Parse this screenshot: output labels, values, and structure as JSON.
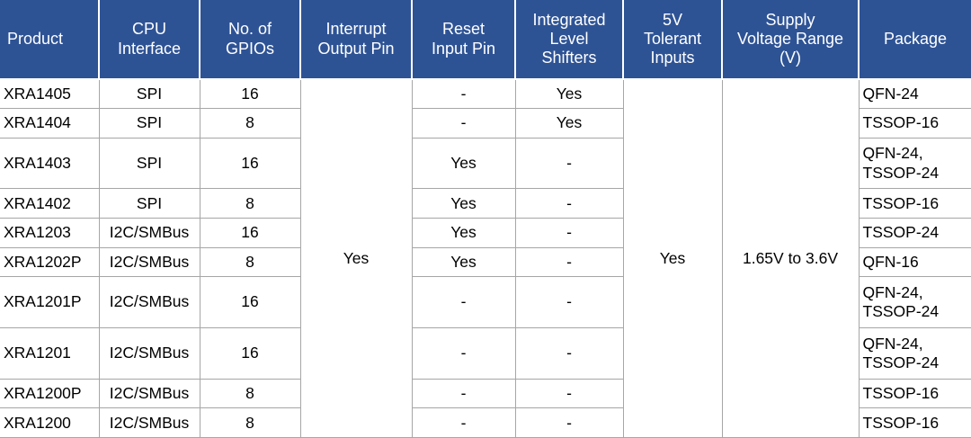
{
  "table": {
    "name": "GPIO expander product selection table",
    "header_background": "#2E5395",
    "header_text_color": "#FFFFFF",
    "grid_line_color": "#A6A6A6",
    "columns": [
      {
        "key": "product",
        "label": "Product",
        "align": "left"
      },
      {
        "key": "cpu",
        "label": "CPU\nInterface",
        "align": "center"
      },
      {
        "key": "gpios",
        "label": "No. of\nGPIOs",
        "align": "center"
      },
      {
        "key": "interrupt",
        "label": "Interrupt\nOutput Pin",
        "align": "center"
      },
      {
        "key": "reset",
        "label": "Reset\nInput Pin",
        "align": "center"
      },
      {
        "key": "levelshift",
        "label": "Integrated\nLevel\nShifters",
        "align": "center"
      },
      {
        "key": "tolerant",
        "label": "5V\nTolerant\nInputs",
        "align": "center"
      },
      {
        "key": "supply",
        "label": "Supply\nVoltage Range\n(V)",
        "align": "center"
      },
      {
        "key": "package",
        "label": "Package",
        "align": "left"
      }
    ],
    "header_labels": {
      "product": "Product",
      "cpu_line1": "CPU",
      "cpu_line2": "Interface",
      "gpios_line1": "No. of",
      "gpios_line2": "GPIOs",
      "interrupt_line1": "Interrupt",
      "interrupt_line2": "Output Pin",
      "reset_line1": "Reset",
      "reset_line2": "Input Pin",
      "levelshift_line1": "Integrated",
      "levelshift_line2": "Level",
      "levelshift_line3": "Shifters",
      "tolerant_line1": "5V",
      "tolerant_line2": "Tolerant",
      "tolerant_line3": "Inputs",
      "supply_line1": "Supply",
      "supply_line2": "Voltage Range",
      "supply_line3": "(V)",
      "package": "Package"
    },
    "merged_cells": {
      "interrupt_all_rows": "Yes",
      "tolerant_all_rows": "Yes",
      "supply_all_rows": "1.65V to 3.6V"
    },
    "rows": [
      {
        "product": "XRA1405",
        "cpu": "SPI",
        "gpios": "16",
        "reset": "-",
        "levelshift": "Yes",
        "package_line1": "QFN-24",
        "package_line2": "",
        "tall": false
      },
      {
        "product": "XRA1404",
        "cpu": "SPI",
        "gpios": "8",
        "reset": "-",
        "levelshift": "Yes",
        "package_line1": "TSSOP-16",
        "package_line2": "",
        "tall": false
      },
      {
        "product": "XRA1403",
        "cpu": "SPI",
        "gpios": "16",
        "reset": "Yes",
        "levelshift": "-",
        "package_line1": "QFN-24,",
        "package_line2": "TSSOP-24",
        "tall": true
      },
      {
        "product": "XRA1402",
        "cpu": "SPI",
        "gpios": "8",
        "reset": "Yes",
        "levelshift": "-",
        "package_line1": "TSSOP-16",
        "package_line2": "",
        "tall": false
      },
      {
        "product": "XRA1203",
        "cpu": "I2C/SMBus",
        "gpios": "16",
        "reset": "Yes",
        "levelshift": "-",
        "package_line1": "TSSOP-24",
        "package_line2": "",
        "tall": false
      },
      {
        "product": "XRA1202P",
        "cpu": "I2C/SMBus",
        "gpios": "8",
        "reset": "Yes",
        "levelshift": "-",
        "package_line1": "QFN-16",
        "package_line2": "",
        "tall": false
      },
      {
        "product": "XRA1201P",
        "cpu": "I2C/SMBus",
        "gpios": "16",
        "reset": "-",
        "levelshift": "-",
        "package_line1": "QFN-24,",
        "package_line2": "TSSOP-24",
        "tall": true
      },
      {
        "product": "XRA1201",
        "cpu": "I2C/SMBus",
        "gpios": "16",
        "reset": "-",
        "levelshift": "-",
        "package_line1": "QFN-24,",
        "package_line2": "TSSOP-24",
        "tall": true
      },
      {
        "product": "XRA1200P",
        "cpu": "I2C/SMBus",
        "gpios": "8",
        "reset": "-",
        "levelshift": "-",
        "package_line1": "TSSOP-16",
        "package_line2": "",
        "tall": false
      },
      {
        "product": "XRA1200",
        "cpu": "I2C/SMBus",
        "gpios": "8",
        "reset": "-",
        "levelshift": "-",
        "package_line1": "TSSOP-16",
        "package_line2": "",
        "tall": false
      }
    ]
  }
}
